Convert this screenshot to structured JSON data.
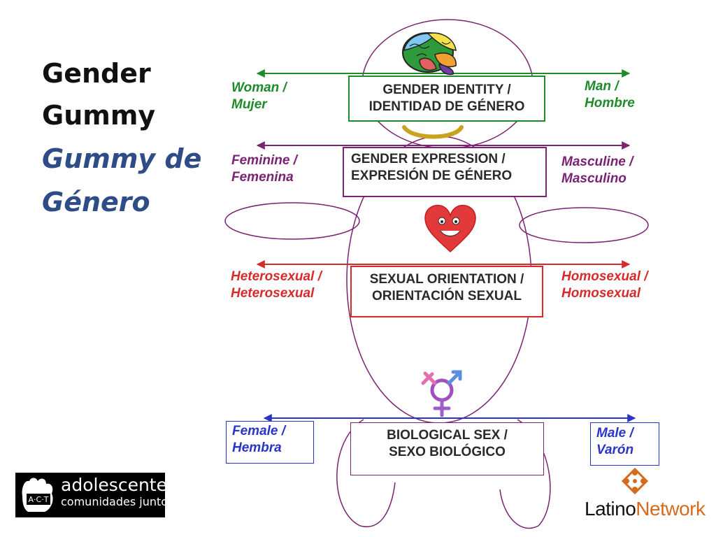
{
  "title": {
    "line1": "Gender",
    "line2": "Gummy",
    "line3": "Gummy de",
    "line4": "Género"
  },
  "rows": [
    {
      "id": "identity",
      "color": "#1f8a2a",
      "left": [
        "Woman /",
        "Mujer"
      ],
      "right": [
        "Man /",
        "Hombre"
      ],
      "box": [
        "GENDER IDENTITY /",
        "IDENTIDAD DE GÉNERO"
      ]
    },
    {
      "id": "expression",
      "color": "#7a2273",
      "left": [
        "Feminine /",
        "Femenina"
      ],
      "right": [
        "Masculine /",
        "Masculino"
      ],
      "box": [
        "GENDER EXPRESSION /",
        "EXPRESIÓN DE GÉNERO"
      ]
    },
    {
      "id": "orientation",
      "color": "#d62b2b",
      "left": [
        "Heterosexual /",
        "Heterosexual"
      ],
      "right": [
        "Homosexual /",
        "Homosexual"
      ],
      "box": [
        "SEXUAL ORIENTATION /",
        "ORIENTACIÓN SEXUAL"
      ]
    },
    {
      "id": "biological",
      "color": "#2a35c8",
      "left": [
        "Female /",
        "Hembra"
      ],
      "right": [
        "Male /",
        "Varón"
      ],
      "box": [
        "BIOLOGICAL SEX /",
        "SEXO BIOLÓGICO"
      ]
    }
  ],
  "logos": {
    "act_line1": "adolescentes y",
    "act_line2": "comunidades juntos",
    "act_mark": "A·C·T",
    "latino_part1": "Latino",
    "latino_part2": "Network"
  },
  "colors": {
    "body_outline": "#7a2273",
    "title_blue": "#2e4d86",
    "latino_orange": "#d66a1e"
  },
  "icons": [
    "brain-icon",
    "smile-mouth",
    "heart-face-icon",
    "transgender-symbol-icon",
    "latino-network-emblem-icon"
  ]
}
